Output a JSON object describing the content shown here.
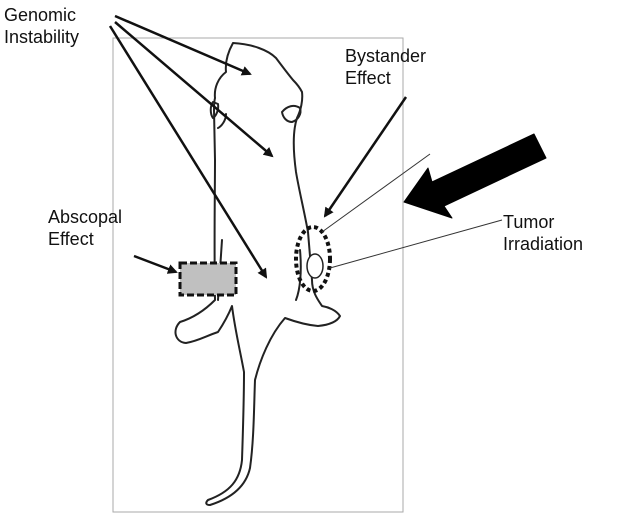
{
  "labels": {
    "genomic_instability": "Genomic\nInstability",
    "bystander_effect": "Bystander\nEffect",
    "abscopal_effect": "Abscopal\nEffect",
    "tumor_irradiation": "Tumor\nIrradiation"
  },
  "colors": {
    "ink": "#111111",
    "outline": "#222222",
    "frame": "#aaaaaa",
    "abscopal_fill": "#c0c0c0"
  },
  "icons": {
    "mouse": "mouse-outline",
    "radiation_beam": "radiation-arrow"
  }
}
